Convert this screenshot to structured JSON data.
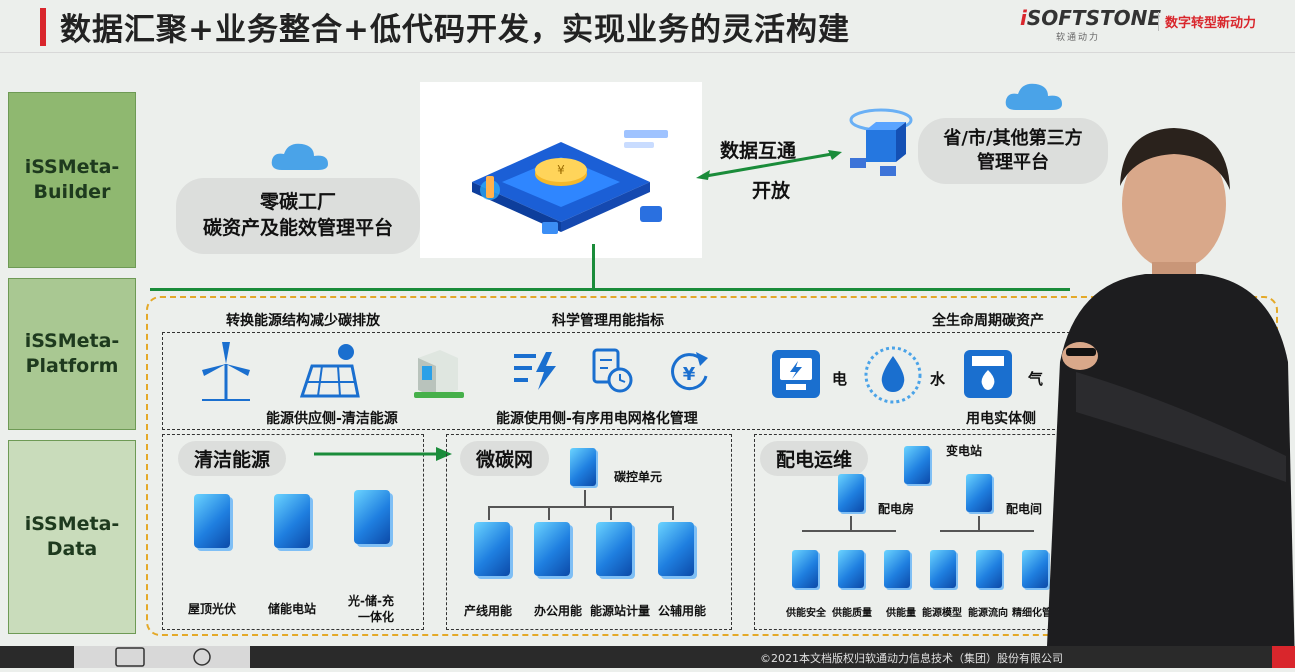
{
  "header": {
    "title": "数据汇聚+业务整合+低代码开发，实现业务的灵活构建",
    "logo_main": "SOFTSTONE",
    "logo_letter": "i",
    "logo_sub": "软通动力",
    "slogan": "数字转型新动力"
  },
  "layers": [
    {
      "line1": "iSSMeta-",
      "line2": "Builder"
    },
    {
      "line1": "iSSMeta-",
      "line2": "Platform"
    },
    {
      "line1": "iSSMeta-",
      "line2": "Data"
    }
  ],
  "builder": {
    "left_pill": {
      "line1": "零碳工厂",
      "line2": "碳资产及能效管理平台"
    },
    "right_pill": {
      "line1": "省/市/其他第三方",
      "line2": "管理平台"
    },
    "link_top": "数据互通",
    "link_bottom": "开放"
  },
  "platform": {
    "heads": [
      "转换能源结构减少碳排放",
      "科学管理用能指标",
      "全生命周期碳资产"
    ],
    "captions": [
      "能源供应侧-清洁能源",
      "能源使用侧-有序用电网格化管理",
      "用电实体侧"
    ],
    "utilities": [
      "电",
      "水",
      "气"
    ]
  },
  "data": {
    "clean_energy": {
      "tag": "清洁能源",
      "items": [
        "屋顶光伏",
        "储能电站",
        "光-储-充",
        "一体化"
      ]
    },
    "micro_grid": {
      "tag": "微碳网",
      "unit": "碳控单元",
      "items": [
        "产线用能",
        "办公用能",
        "能源站计量",
        "公辅用能"
      ]
    },
    "distribution": {
      "tag": "配电运维",
      "substation": "变电站",
      "room": "配电房",
      "chamber": "配电间",
      "items": [
        "供能安全",
        "供能质量",
        "供能量",
        "能源模型",
        "能源流向",
        "精细化管理"
      ]
    }
  },
  "footer": {
    "copyright": "©2021本文档版权归软通动力信息技术（集团）股份有限公司"
  }
}
